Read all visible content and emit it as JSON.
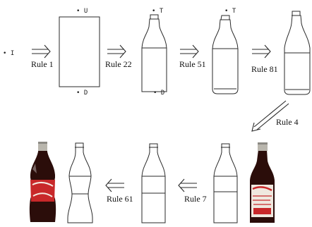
{
  "markers": {
    "initial": "• I",
    "up": "• U",
    "down": "• D",
    "top1": "• T",
    "top2": "• T",
    "down2": "• D"
  },
  "rules": {
    "r1": "Rule 1",
    "r22": "Rule 22",
    "r51": "Rule 51",
    "r81": "Rule 81",
    "r4": "Rule 4",
    "r7": "Rule 7",
    "r61": "Rule 61"
  },
  "colors": {
    "line": "#2a2a2a",
    "glass": "#2b0d0a",
    "label_red": "#c8282a",
    "cap": "#b9b6ad"
  }
}
